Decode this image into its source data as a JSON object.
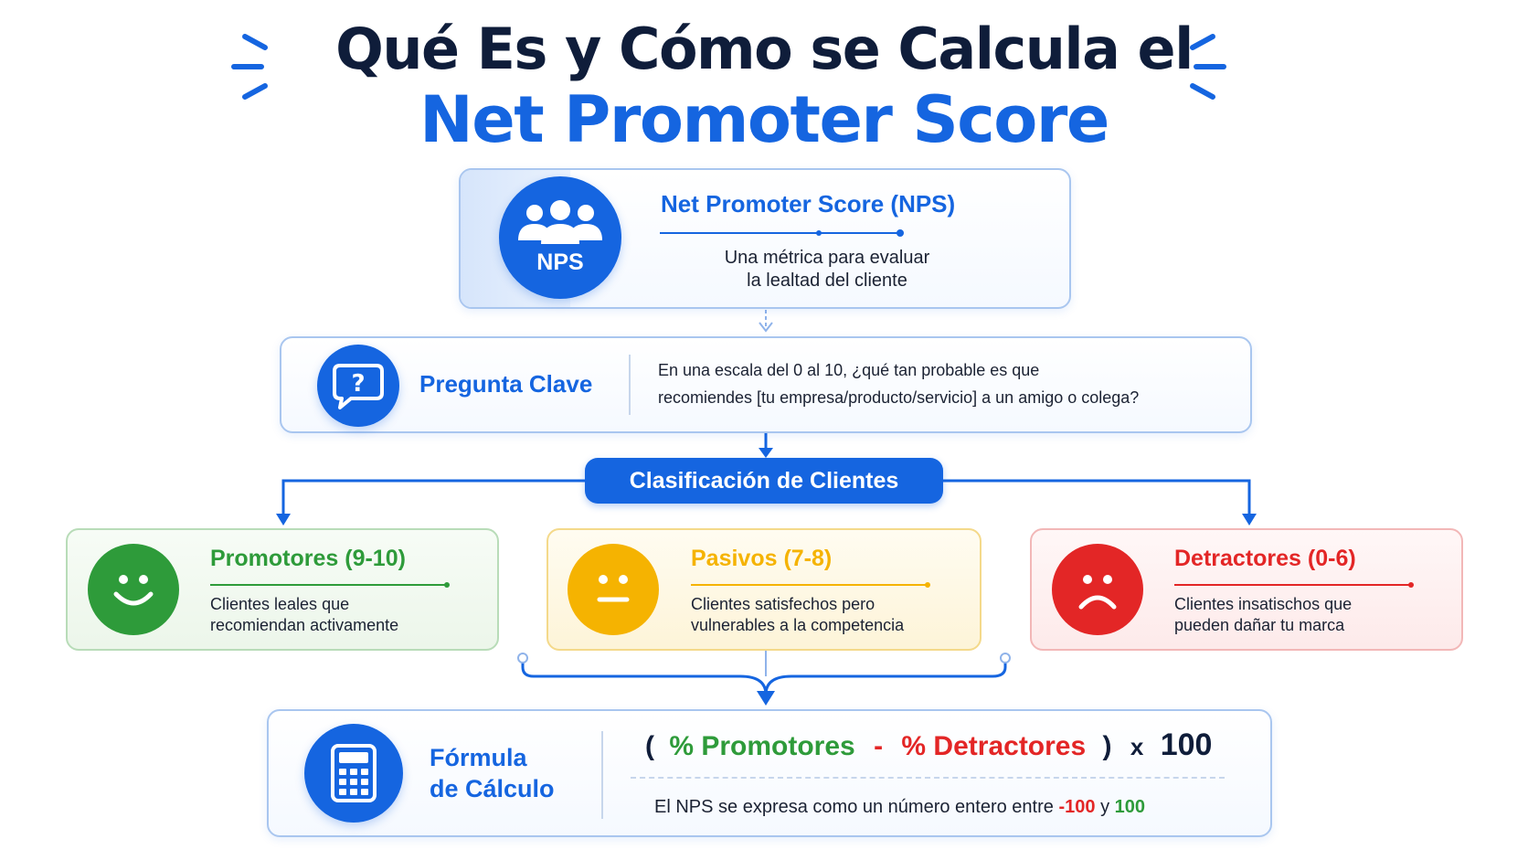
{
  "title": {
    "line1": "Qué Es y Cómo se Calcula el",
    "line2": "Net Promoter Score"
  },
  "colors": {
    "primary_blue": "#1565e0",
    "dark_navy": "#0f1d3a",
    "promoter_green": "#2e9b3a",
    "passive_yellow": "#f5b301",
    "detractor_red": "#e32626"
  },
  "nps_card": {
    "icon": "people-group-icon",
    "badge": "NPS",
    "title": "Net Promoter Score (NPS)",
    "desc_line1": "Una métrica para evaluar",
    "desc_line2": "la lealtad del cliente"
  },
  "question_card": {
    "icon": "question-chat-icon",
    "label": "Pregunta Clave",
    "text_line1": "En una escala del 0 al 10, ¿qué tan probable es que",
    "text_line2": "recomiendes [tu empresa/producto/servicio] a un amigo o colega?"
  },
  "classification": {
    "label": "Clasificación de Clientes"
  },
  "categories": [
    {
      "icon": "happy-face-icon",
      "title": "Promotores (9-10)",
      "desc_line1": "Clientes leales que",
      "desc_line2": "recomiendan activamente"
    },
    {
      "icon": "neutral-face-icon",
      "title": "Pasivos (7-8)",
      "desc_line1": "Clientes satisfechos pero",
      "desc_line2": "vulnerables a la competencia"
    },
    {
      "icon": "sad-face-icon",
      "title": "Detractores (0-6)",
      "desc_line1": "Clientes insatischos que",
      "desc_line2": "pueden dañar tu marca"
    }
  ],
  "formula_card": {
    "icon": "calculator-icon",
    "label_line1": "Fórmula",
    "label_line2": "de Cálculo",
    "open_paren": "(",
    "promoters": "% Promotores",
    "minus": "-",
    "detractors": "% Detractores",
    "close_paren": ")",
    "times": "x",
    "hundred": "100",
    "note_text": "El NPS se expresa como un número entero entre",
    "note_min": "-100",
    "note_and": "y",
    "note_max": "100"
  }
}
